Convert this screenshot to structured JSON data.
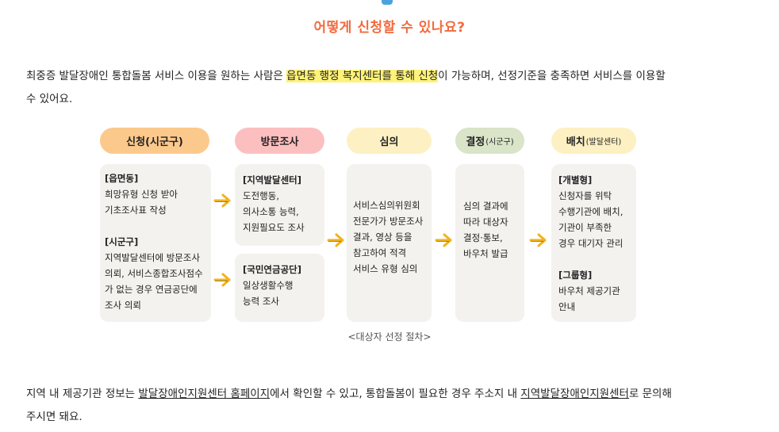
{
  "heading": "어떻게 신청할 수 있나요?",
  "intro": {
    "before": "최중증 발달장애인 통합돌봄 서비스 이용을 원하는 사람은 ",
    "highlight": "읍면동 행정 복지센터를 통해 신청",
    "after_line1": "이 가능하며, 선정기준을 충족하면 서비스를 이용할",
    "line2": "수 있어요."
  },
  "steps": [
    {
      "title": "신청",
      "suffix": "(시군구)",
      "color": "#fcc98c"
    },
    {
      "title": "방문조사",
      "suffix": "",
      "color": "#fcbfc0"
    },
    {
      "title": "심의",
      "suffix": "",
      "color": "#fdf0c2"
    },
    {
      "title": "결정",
      "suffix": "(시군구)",
      "color": "#d9e4c8"
    },
    {
      "title": "배치",
      "suffix": "(발달센터)",
      "color": "#fdf0c2"
    }
  ],
  "boxes": {
    "apply": {
      "t1": "[읍면동]",
      "l1": [
        "희망유형 신청 받아",
        "기초조사표 작성"
      ],
      "t2": "[시군구]",
      "l2": [
        "지역발달센터에 방문조사",
        "의뢰, 서비스종합조사점수",
        "가 없는 경우 연금공단에",
        " 조사 의뢰"
      ]
    },
    "visit_a": {
      "t": "[지역발달센터]",
      "l": [
        "도전행동,",
        "의사소통 능력,",
        "지원필요도 조사"
      ]
    },
    "visit_b": {
      "t": "[국민연금공단]",
      "l": [
        "일상생활수행",
        "능력 조사"
      ]
    },
    "review": {
      "l": [
        "서비스심의위원회",
        "전문가가 방문조사",
        "결과, 영상 등을",
        "참고하여 적격",
        "서비스 유형 심의"
      ]
    },
    "decision": {
      "l": [
        "심의 결과에",
        "따라 대상자",
        "결정·통보,",
        "바우처 발급"
      ]
    },
    "placement": {
      "t1": "[개별형]",
      "l1": [
        "신청자를 위탁",
        "수행기관에 배치,",
        "기관이 부족한",
        "경우 대기자 관리"
      ],
      "t2": "[그룹형]",
      "l2": [
        "바우처 제공기관",
        "안내"
      ]
    }
  },
  "caption": "<대상자 선정 절차>",
  "footer": {
    "p1": "지역 내 제공기관 정보는 ",
    "link1": "발달장애인지원센터 홈페이지",
    "p2": "에서 확인할 수 있고, 통합돌봄이 필요한 경우 주소지 내 ",
    "link2": "지역발달장애인지원센터",
    "p3": "로 문의해",
    "line2": "주시면 돼요."
  },
  "colors": {
    "heading": "#f26a3d",
    "highlight": "#fff27a",
    "arrow": "#f2b31a",
    "box": "#f3f2ef"
  },
  "icons": {
    "arrow": "arrow-right-icon"
  }
}
